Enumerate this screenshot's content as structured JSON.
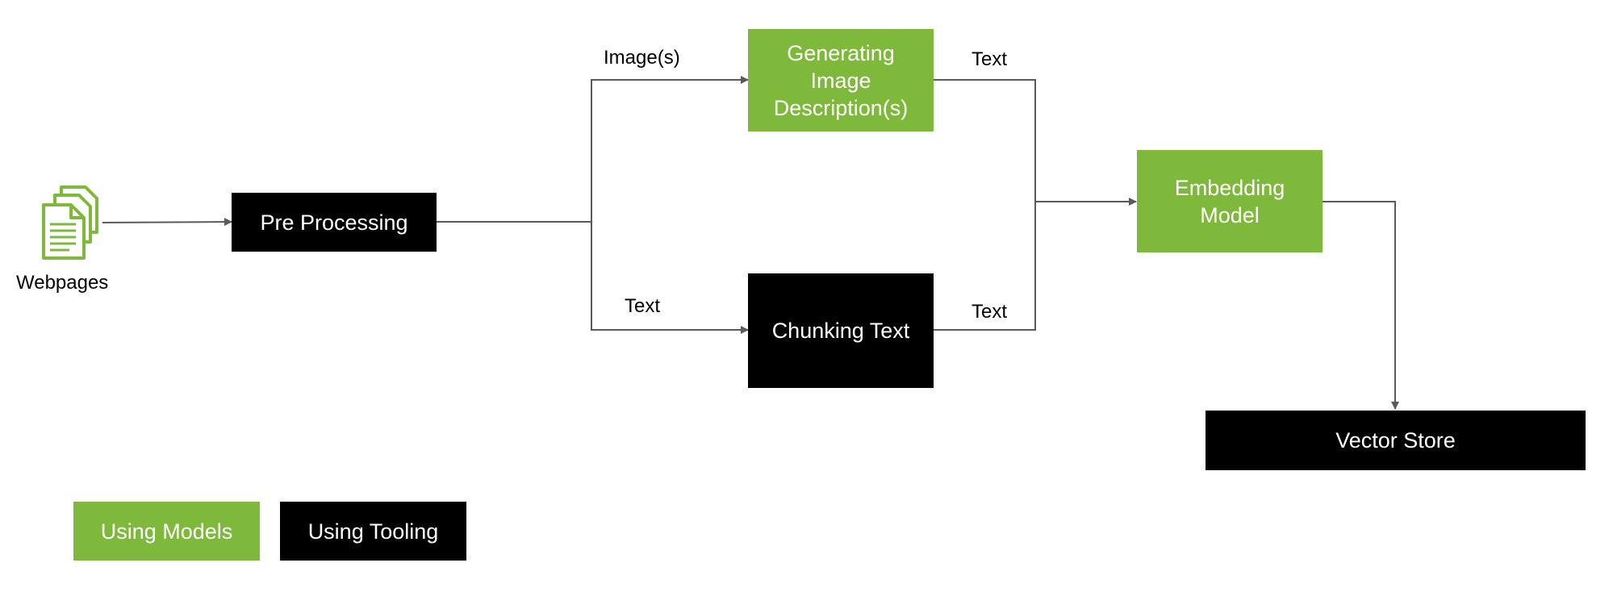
{
  "diagram": {
    "colors": {
      "model": "#7fb93c",
      "tool": "#000000",
      "connector": "#5a5a5a",
      "text_on_box": "#ffffff"
    },
    "source": {
      "label": "Webpages",
      "icon": "document-stack-icon"
    },
    "nodes": {
      "pre_processing": "Pre Processing",
      "generating_image_description": "Generating\nImage\nDescription(s)",
      "chunking_text": "Chunking Text",
      "embedding_model": "Embedding\nModel",
      "vector_store": "Vector Store"
    },
    "edge_labels": {
      "images": "Image(s)",
      "text_to_chunking": "Text",
      "text_from_image_description": "Text",
      "text_from_chunking": "Text"
    },
    "legend": {
      "using_models": "Using Models",
      "using_tooling": "Using Tooling"
    }
  }
}
